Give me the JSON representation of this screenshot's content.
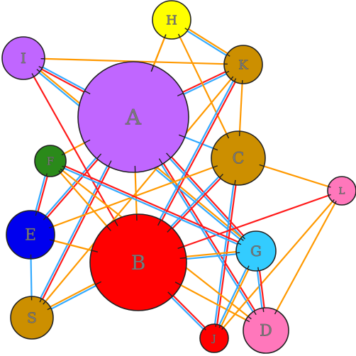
{
  "colors": {
    "edge_red": "#ff1a1a",
    "edge_blue": "#33aaff",
    "edge_orange": "#ff9900",
    "outline": "#222222"
  },
  "nodes": [
    {
      "id": "A",
      "label": "A",
      "color": "#c066ff"
    },
    {
      "id": "B",
      "label": "B",
      "color": "#ff0000"
    },
    {
      "id": "C",
      "label": "C",
      "color": "#cc8f00"
    },
    {
      "id": "D",
      "label": "D",
      "color": "#ff77bb"
    },
    {
      "id": "E",
      "label": "E",
      "color": "#0000ee"
    },
    {
      "id": "F",
      "label": "F",
      "color": "#2a8a1a"
    },
    {
      "id": "G",
      "label": "G",
      "color": "#33ccff"
    },
    {
      "id": "H",
      "label": "H",
      "color": "#ffff00"
    },
    {
      "id": "I",
      "label": "I",
      "color": "#c066ff"
    },
    {
      "id": "J",
      "label": "J",
      "color": "#ff0000"
    },
    {
      "id": "K",
      "label": "K",
      "color": "#cc8f00"
    },
    {
      "id": "L",
      "label": "L",
      "color": "#ff77bb"
    },
    {
      "id": "S",
      "label": "S",
      "color": "#cc8f00"
    }
  ],
  "edges": [
    {
      "from": "A",
      "to": "I",
      "style": "red-blue"
    },
    {
      "from": "A",
      "to": "K",
      "style": "red-blue"
    },
    {
      "from": "A",
      "to": "H",
      "style": "orange"
    },
    {
      "from": "A",
      "to": "C",
      "style": "blue"
    },
    {
      "from": "A",
      "to": "B",
      "style": "orange"
    },
    {
      "from": "A",
      "to": "E",
      "style": "red-blue"
    },
    {
      "from": "A",
      "to": "S",
      "style": "red-blue"
    },
    {
      "from": "A",
      "to": "G",
      "style": "red-blue"
    },
    {
      "from": "A",
      "to": "D",
      "style": "red-blue"
    },
    {
      "from": "A",
      "to": "F",
      "style": "orange"
    },
    {
      "from": "H",
      "to": "K",
      "style": "orange-blue"
    },
    {
      "from": "H",
      "to": "C",
      "style": "orange"
    },
    {
      "from": "H",
      "to": "A",
      "style": "orange"
    },
    {
      "from": "I",
      "to": "B",
      "style": "red"
    },
    {
      "from": "I",
      "to": "K",
      "style": "orange"
    },
    {
      "from": "I",
      "to": "G",
      "style": "orange-blue"
    },
    {
      "from": "K",
      "to": "C",
      "style": "orange"
    },
    {
      "from": "K",
      "to": "B",
      "style": "red-blue"
    },
    {
      "from": "K",
      "to": "S",
      "style": "orange"
    },
    {
      "from": "C",
      "to": "L",
      "style": "orange"
    },
    {
      "from": "C",
      "to": "B",
      "style": "red-blue"
    },
    {
      "from": "C",
      "to": "J",
      "style": "red-blue"
    },
    {
      "from": "C",
      "to": "E",
      "style": "orange"
    },
    {
      "from": "L",
      "to": "B",
      "style": "red"
    },
    {
      "from": "L",
      "to": "J",
      "style": "orange"
    },
    {
      "from": "L",
      "to": "D",
      "style": "orange"
    },
    {
      "from": "F",
      "to": "E",
      "style": "red-blue"
    },
    {
      "from": "F",
      "to": "G",
      "style": "red-blue"
    },
    {
      "from": "F",
      "to": "D",
      "style": "orange"
    },
    {
      "from": "F",
      "to": "B",
      "style": "orange"
    },
    {
      "from": "E",
      "to": "B",
      "style": "orange"
    },
    {
      "from": "E",
      "to": "S",
      "style": "blue"
    },
    {
      "from": "S",
      "to": "B",
      "style": "orange-blue"
    },
    {
      "from": "B",
      "to": "G",
      "style": "orange-blue"
    },
    {
      "from": "B",
      "to": "J",
      "style": "red-blue"
    },
    {
      "from": "B",
      "to": "D",
      "style": "orange"
    },
    {
      "from": "G",
      "to": "D",
      "style": "red-blue"
    },
    {
      "from": "G",
      "to": "J",
      "style": "orange-blue"
    }
  ]
}
